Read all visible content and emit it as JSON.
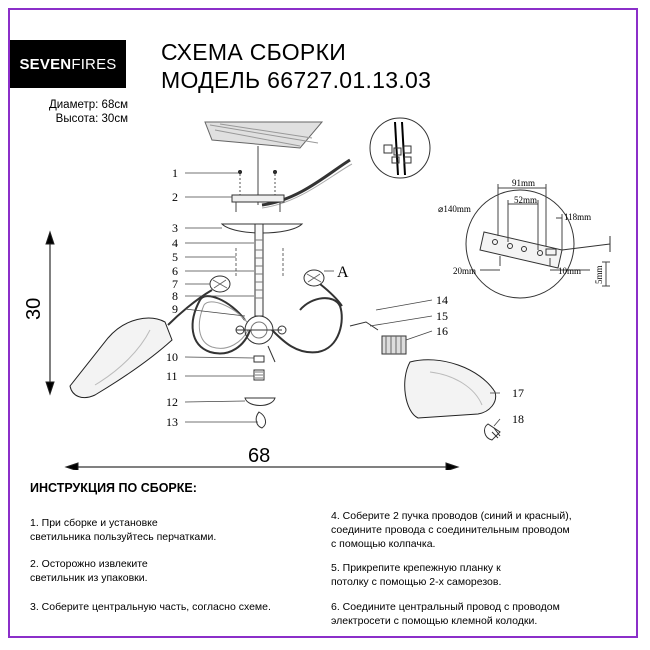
{
  "brand": {
    "bold": "SEVEN",
    "light": "FIRES"
  },
  "specs": {
    "diameter": "Диаметр: 68см",
    "height": "Высота: 30см"
  },
  "title": {
    "line1": "СХЕМА СБОРКИ",
    "line2": "МОДЕЛЬ 66727.01.13.03"
  },
  "drawing": {
    "height_dim": "30",
    "width_dim": "68",
    "detail_label": "A",
    "part_numbers": [
      "1",
      "2",
      "3",
      "4",
      "5",
      "6",
      "7",
      "8",
      "9",
      "10",
      "11",
      "12",
      "13",
      "14",
      "15",
      "16",
      "17",
      "18"
    ],
    "plate_dims": {
      "d140": "⌀140mm",
      "w91": "91mm",
      "w52": "52mm",
      "w118": "118mm",
      "w20": "20mm",
      "w10": "10mm",
      "h5": "5mm"
    }
  },
  "instructions": {
    "heading": "ИНСТРУКЦИЯ ПО СБОРКЕ:",
    "steps": [
      {
        "line1": "1. При сборке и установке",
        "line2": "светильника пользуйтесь перчатками."
      },
      {
        "line1": "2. Осторожно извлеките",
        "line2": "светильник из упаковки."
      },
      {
        "line1": "3. Соберите центральную часть, согласно схеме."
      },
      {
        "line1": "4. Соберите 2 пучка проводов (синий и красный),",
        "line2": "соедините провода с соединительным проводом",
        "line3": "с помощью колпачка."
      },
      {
        "line1": "5. Прикрепите крепежную планку к",
        "line2": "потолку с помощью 2-х саморезов."
      },
      {
        "line1": "6. Соедините центральный провод с проводом",
        "line2": "электросети с помощью клемной колодки."
      }
    ]
  },
  "colors": {
    "frame": "#8b2fc9",
    "logo_bg": "#000000"
  }
}
